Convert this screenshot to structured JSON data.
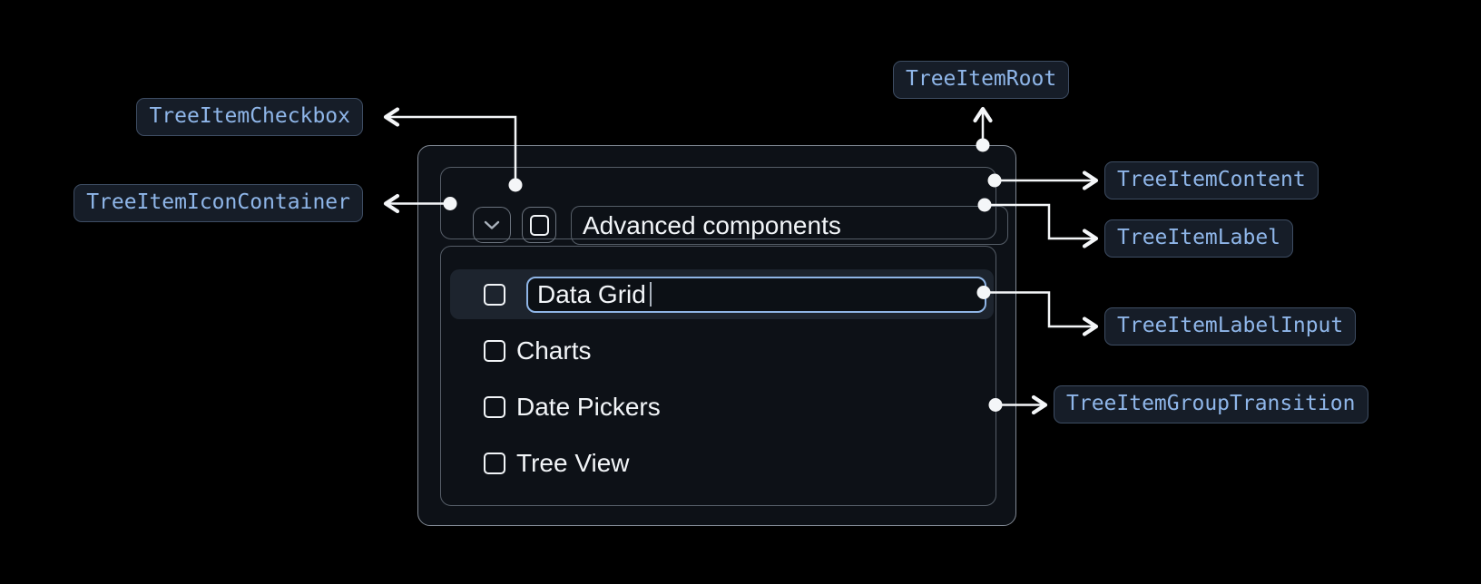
{
  "page": {
    "background": "#000000"
  },
  "anatomy": {
    "badges": {
      "checkbox": {
        "label": "TreeItemCheckbox"
      },
      "icon_container": {
        "label": "TreeItemIconContainer"
      },
      "root": {
        "label": "TreeItemRoot"
      },
      "content": {
        "label": "TreeItemContent"
      },
      "label": {
        "label": "TreeItemLabel"
      },
      "label_input": {
        "label": "TreeItemLabelInput"
      },
      "group_transition": {
        "label": "TreeItemGroupTransition"
      }
    },
    "badge_colors": {
      "background": "#161D28",
      "border": "#3E4D63",
      "text": "#8FB6E9"
    },
    "connector_color": "#F4F6F8"
  },
  "tree": {
    "parent": {
      "label": "Advanced components",
      "expanded": true,
      "checked": false
    },
    "editing_item": {
      "value": "Data Grid",
      "checked": false
    },
    "items": [
      {
        "label": "Charts",
        "checked": false
      },
      {
        "label": "Date Pickers",
        "checked": false
      },
      {
        "label": "Tree View",
        "checked": false
      }
    ],
    "colors": {
      "surface": "#0D1117",
      "row_highlight": "#1D242E",
      "input_border": "#8FB5E6",
      "text": "#F2F5F8"
    }
  }
}
